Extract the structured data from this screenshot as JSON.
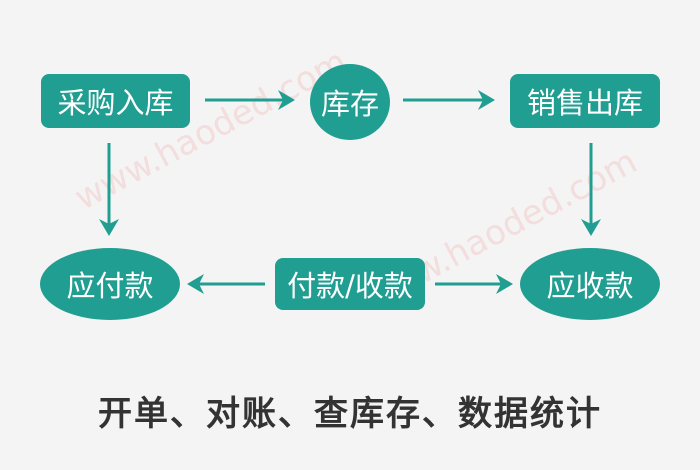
{
  "nodes": {
    "purchase_in": "采购入库",
    "inventory": "库存",
    "sales_out": "销售出库",
    "payable": "应付款",
    "payment_receipt": "付款/收款",
    "receivable": "应收款"
  },
  "caption": "开单、对账、查库存、数据统计",
  "watermark": "www.haoded.com",
  "colors": {
    "node": "#1f9e91",
    "background": "#f4f4f4",
    "caption": "#333333"
  }
}
